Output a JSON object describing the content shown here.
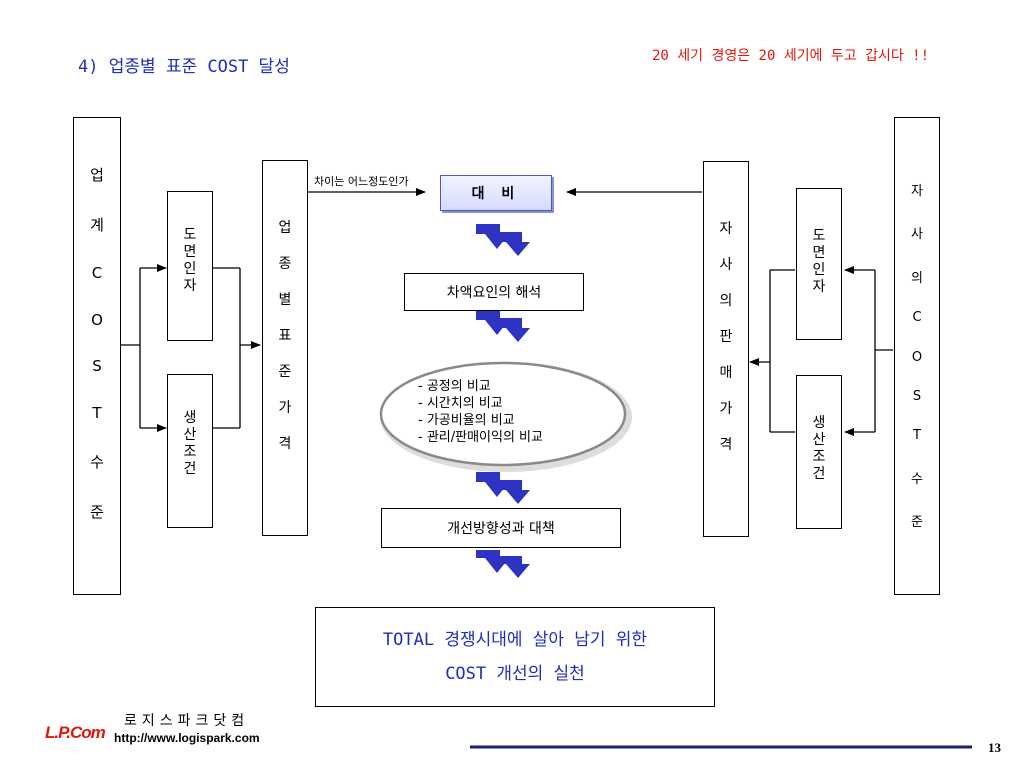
{
  "header": {
    "title": "4)  업종별 표준 COST 달성",
    "slogan": "20 세기 경영은 20 세기에 두고 갑시다 !!"
  },
  "diagram": {
    "industry_cost": [
      "업",
      "계",
      "C",
      "O",
      "S",
      "T",
      "수",
      "준"
    ],
    "left_drawing_factor": [
      "도",
      "면",
      "인",
      "자"
    ],
    "left_production": [
      "생",
      "산",
      "조",
      "건"
    ],
    "industry_price": [
      "업",
      "종",
      "별",
      "표",
      "준",
      "가",
      "격"
    ],
    "gap_question": "차이는 어느정도인가",
    "compare_label": "대 비",
    "analysis_label": "차액요인의 해석",
    "compare_items": [
      "- 공정의 비교",
      "- 시간치의 비교",
      "- 가공비율의 비교",
      "- 관리/판매이익의 비교"
    ],
    "improvement_label": "개선방향성과 대책",
    "own_price": [
      "자",
      "사",
      "의",
      "판",
      "매",
      "가",
      "격"
    ],
    "right_drawing_factor": [
      "도",
      "면",
      "인",
      "자"
    ],
    "right_production": [
      "생",
      "산",
      "조",
      "건"
    ],
    "own_cost": [
      "자",
      "사",
      "의",
      "C",
      "O",
      "S",
      "T",
      "수",
      "준"
    ],
    "result_line1": "TOTAL 경쟁시대에 살아 남기 위한",
    "result_line2": "COST 개선의 실천"
  },
  "footer": {
    "company": "로지스파크닷컴",
    "url": "http://www.logispark.com",
    "logo": "L.P.Com",
    "page": "13",
    "line_color": "#1a1f7a"
  },
  "colors": {
    "title_blue": "#1f2fb8",
    "slogan_red": "#e0180c",
    "arrow_blue": "#2f33c4"
  }
}
